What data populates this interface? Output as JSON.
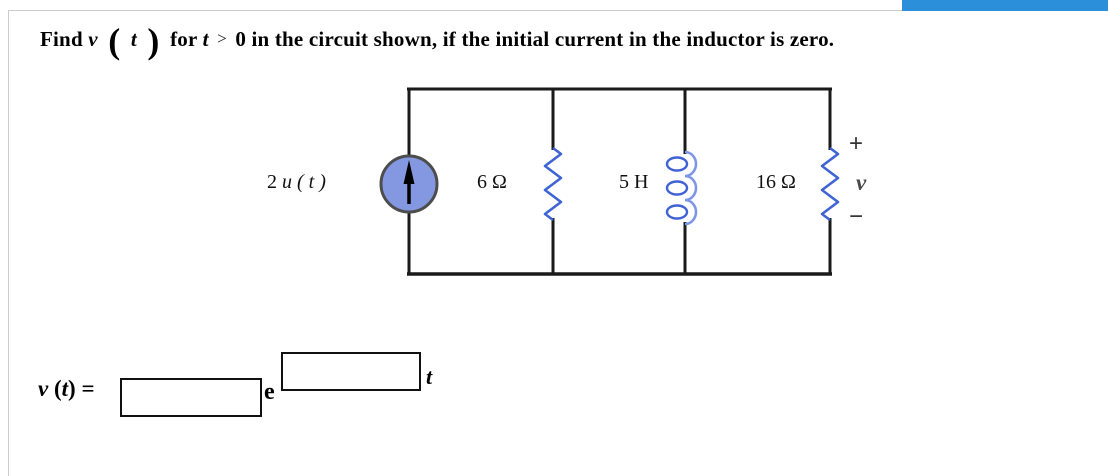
{
  "problem": {
    "find": "Find",
    "v": "v",
    "paren_open": "(",
    "t": "t",
    "paren_close": ")",
    "for_word": "for",
    "t2": "t",
    "gt": ">",
    "zero": "0",
    "rest": "in the circuit shown, if the initial current in the inductor is zero."
  },
  "circuit": {
    "source_label_num": "2",
    "source_label_fn": "u ( t )",
    "resistor1_label": "6 Ω",
    "inductor_label": "5 H",
    "resistor2_label": "16 Ω",
    "plus_sign": "+",
    "v_sign": "v",
    "minus_sign": "−"
  },
  "answer": {
    "lhs_v": "v",
    "lhs_open": "(",
    "lhs_t": "t",
    "lhs_close": ")",
    "lhs_eq": "=",
    "coefficient_value": "",
    "e_label": "e",
    "exponent_value": "",
    "t_sup": "t"
  },
  "colors": {
    "accent_bar": "#2b90d9",
    "component_blue": "#3f63d6",
    "source_fill": "#8498e2",
    "wire": "#1a1a1a",
    "border_gray": "#cccccc"
  }
}
